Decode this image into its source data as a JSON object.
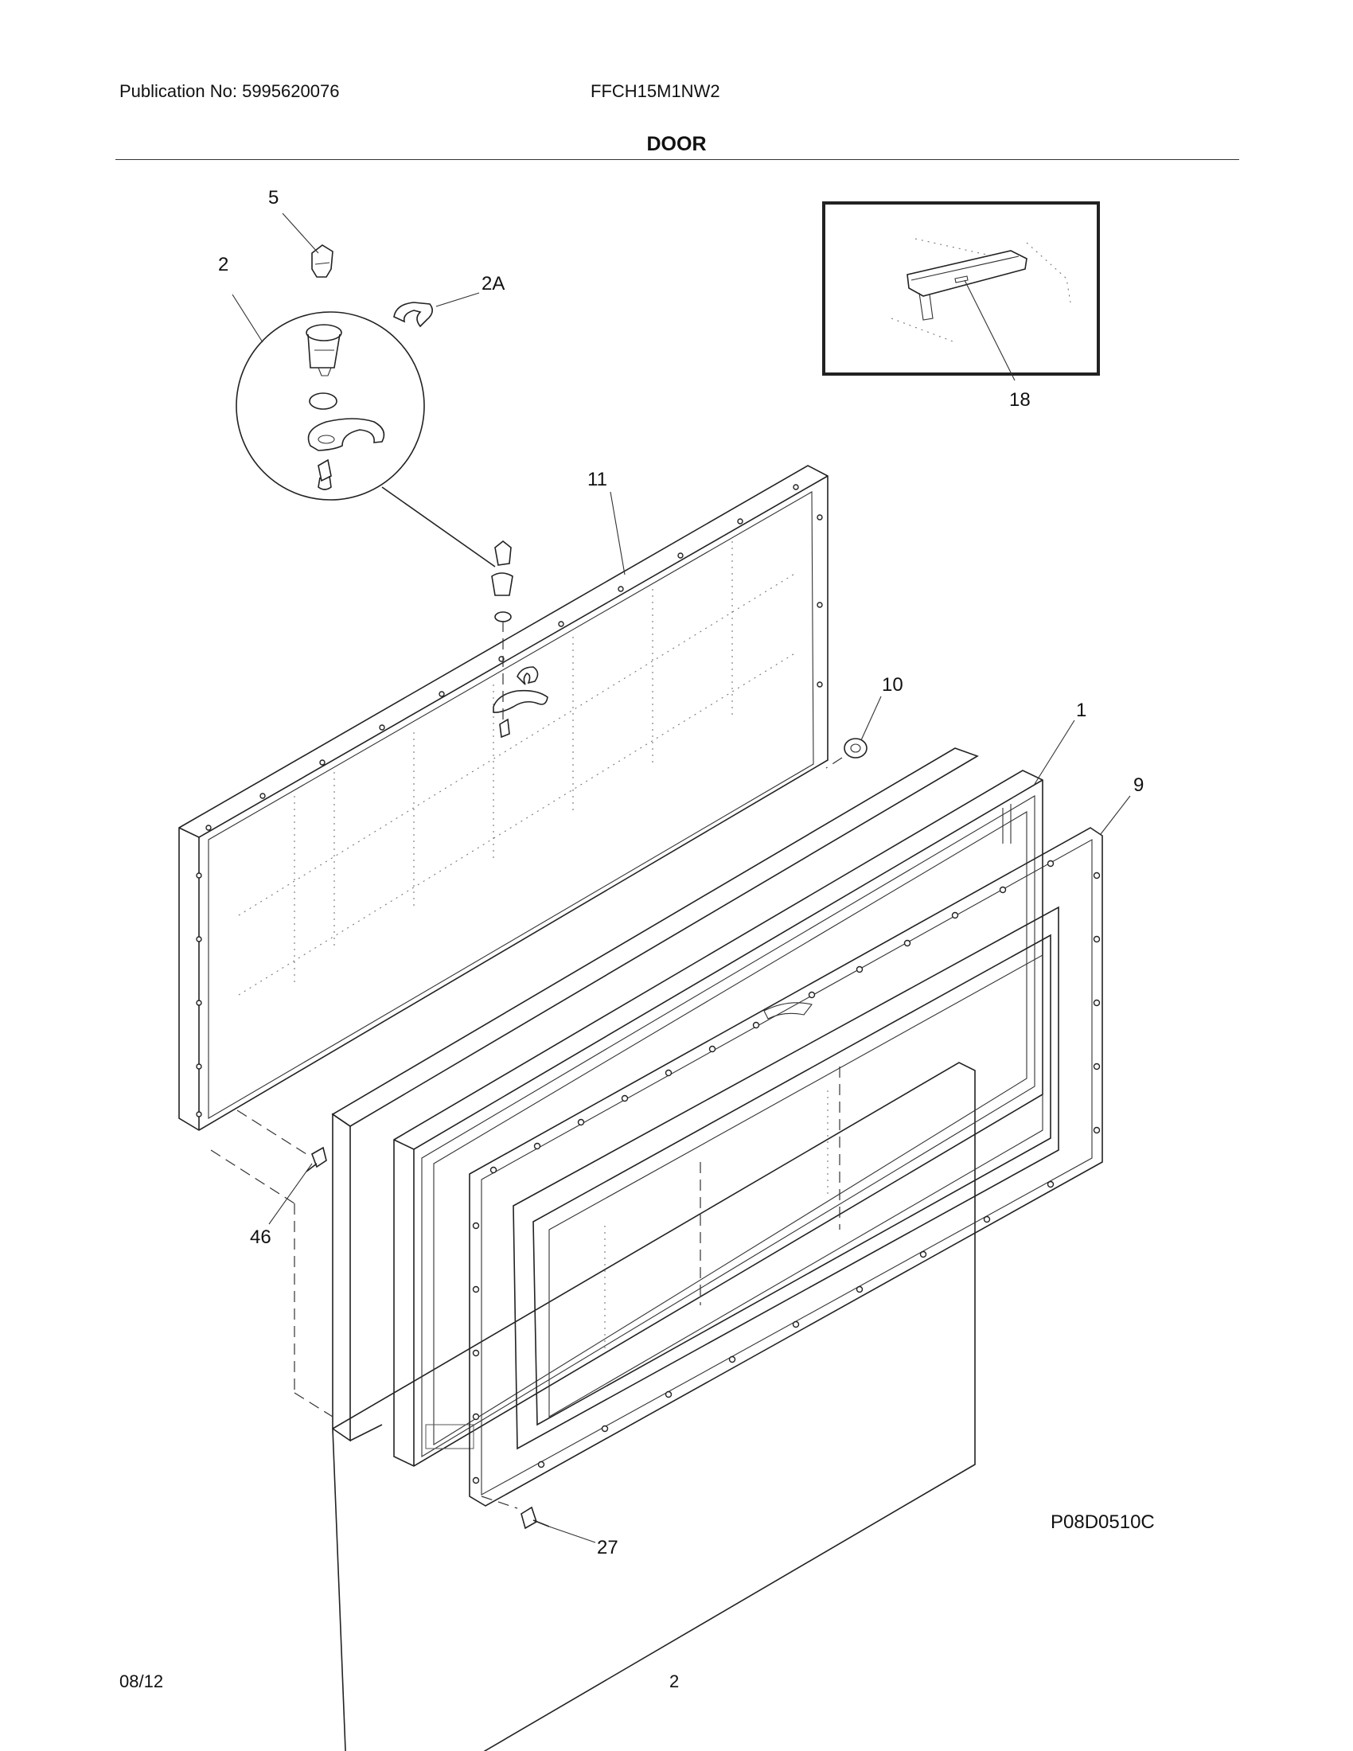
{
  "header": {
    "publication": "Publication No: 5995620076",
    "model": "FFCH15M1NW2",
    "section_title": "DOOR"
  },
  "callouts": [
    {
      "id": "5",
      "text": "5"
    },
    {
      "id": "2",
      "text": "2"
    },
    {
      "id": "2A",
      "text": "2A"
    },
    {
      "id": "18",
      "text": "18"
    },
    {
      "id": "11",
      "text": "11"
    },
    {
      "id": "10",
      "text": "10"
    },
    {
      "id": "1",
      "text": "1"
    },
    {
      "id": "9",
      "text": "9"
    },
    {
      "id": "46",
      "text": "46"
    },
    {
      "id": "27",
      "text": "27"
    }
  ],
  "diagram_code": "P08D0510C",
  "footer": {
    "date": "08/12",
    "page": "2"
  }
}
